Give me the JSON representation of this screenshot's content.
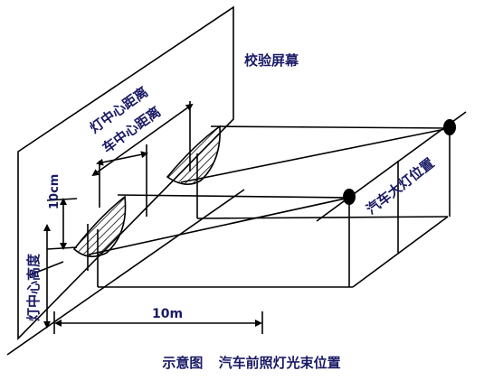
{
  "labels": {
    "screen": "校验屏幕",
    "lamp_center_distance": "灯中心距离",
    "vehicle_center_distance": "车中心距离",
    "ten_cm": "10cm",
    "lamp_center_height": "灯中心高度",
    "ten_m": "10m",
    "headlamp_position": "汽车大灯位置"
  },
  "caption": {
    "prefix": "示意图",
    "title": "汽车前照灯光束位置"
  },
  "colors": {
    "line": "#000000",
    "text": "#1a1a66",
    "lamp": "#000000"
  }
}
